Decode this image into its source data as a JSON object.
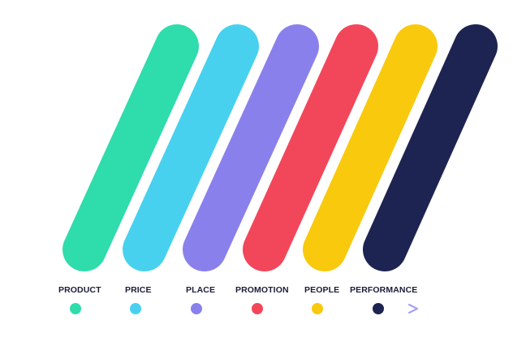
{
  "stages": [
    {
      "label": "PRODUCT",
      "color": "#2fdcab",
      "dot": "#2fdcab",
      "icon": "cube-icon"
    },
    {
      "label": "PRICE",
      "color": "#47d1ef",
      "dot": "#47d1ef",
      "icon": "price-tag-icon"
    },
    {
      "label": "PLACE",
      "color": "#8a80ec",
      "dot": "#8a80ec",
      "icon": "map-pin-icon"
    },
    {
      "label": "PROMOTION",
      "color": "#f2475a",
      "dot": "#f2475a",
      "icon": "megaphone-icon"
    },
    {
      "label": "PEOPLE",
      "color": "#f9c90e",
      "dot": "#f9c90e",
      "icon": "person-icon"
    },
    {
      "label": "PERFORMANCE",
      "color": "#1e2451",
      "dot": "#1e2451",
      "icon": "growth-chart-icon"
    }
  ],
  "timeline": {
    "line_start": "#1e2451",
    "line_end": "#a9a0f4"
  }
}
